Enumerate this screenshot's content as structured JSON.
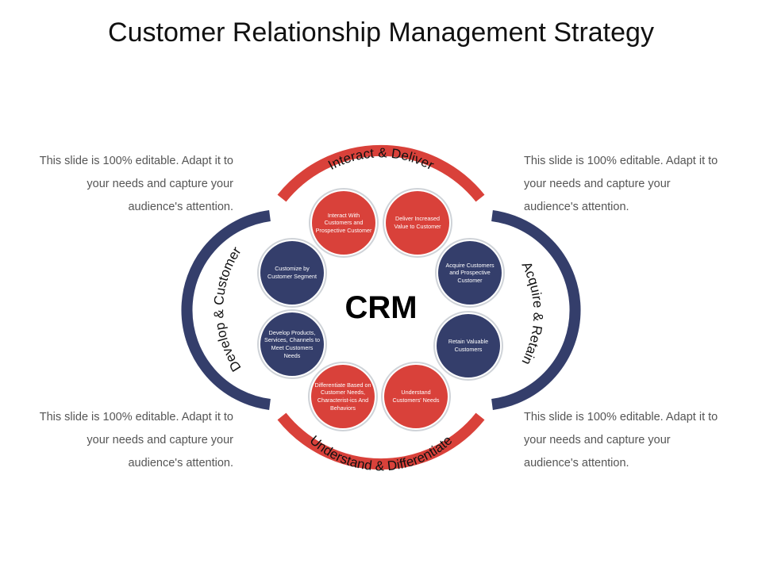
{
  "title": "Customer Relationship Management Strategy",
  "center_label": "CRM",
  "notes": {
    "top_left": "This slide is 100% editable. Adapt it to your needs and capture your audience's attention.",
    "top_right": "This slide is 100% editable. Adapt it to your needs and capture your audience's attention.",
    "bottom_left": "This slide is 100% editable. Adapt it to your needs and capture your audience's attention.",
    "bottom_right": "This slide is 100% editable. Adapt it to your needs and capture your audience's attention."
  },
  "stages": {
    "top": "Interact & Deliver",
    "right": "Acquire & Retain",
    "bottom": "Understand & Differentiate",
    "left": "Develop & Customer"
  },
  "nodes": [
    {
      "text": "Interact With Customers and Prospective Customer",
      "color": "red"
    },
    {
      "text": "Deliver Increased Value to Customer",
      "color": "red"
    },
    {
      "text": "Acquire Customers and Prospective Customer",
      "color": "navy"
    },
    {
      "text": "Retain Valuable Customers",
      "color": "navy"
    },
    {
      "text": "Understand Customers' Needs",
      "color": "red"
    },
    {
      "text": "Differentiate Based on Customer Needs, Characterist-ics And Behaviors",
      "color": "red"
    },
    {
      "text": "Develop Products, Services, Channels to Meet Customers Needs",
      "color": "navy"
    },
    {
      "text": "Customize by Customer Segment",
      "color": "navy"
    }
  ],
  "colors": {
    "red": "#d9413a",
    "navy": "#343e6b",
    "ring_border": "#cfd3d8"
  }
}
